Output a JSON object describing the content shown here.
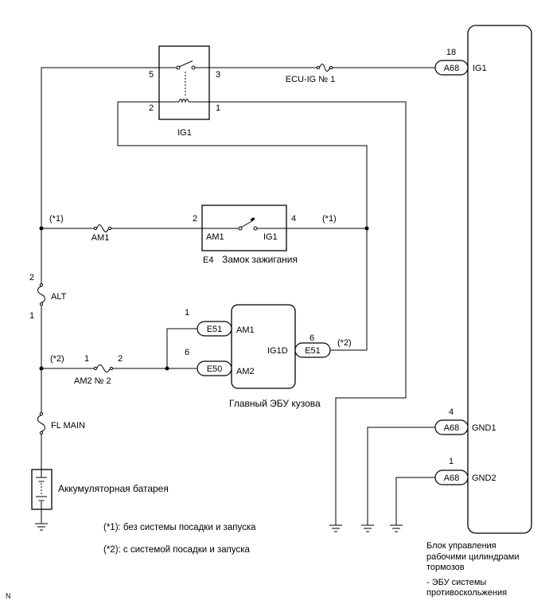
{
  "relay": {
    "label": "IG1",
    "pin_5": "5",
    "pin_3": "3",
    "pin_2": "2",
    "pin_1": "1"
  },
  "fuse_ecu_ig": {
    "label": "ECU-IG № 1"
  },
  "ignition_switch": {
    "code": "E4",
    "name": "Замок зажигания",
    "pin_left": "2",
    "pin_right": "4",
    "terminal_left": "AM1",
    "terminal_right": "IG1"
  },
  "fuse_am1": {
    "label": "AM1",
    "marker_left": "(*1)",
    "marker_right": "(*1)"
  },
  "fuse_alt": {
    "label": "ALT",
    "pin_top": "2",
    "pin_bottom": "1"
  },
  "fuse_am2": {
    "label": "AM2 № 2",
    "pin_left": "1",
    "pin_right": "2",
    "marker": "(*2)"
  },
  "fuse_fl_main": {
    "label": "FL MAIN"
  },
  "body_ecu": {
    "name": "Главный ЭБУ кузова",
    "connectors": [
      {
        "code": "E51",
        "pin": "1",
        "terminal": "AM1"
      },
      {
        "code": "E50",
        "pin": "6",
        "terminal": "AM2"
      },
      {
        "code": "E51",
        "pin": "6",
        "terminal": "IG1D",
        "marker": "(*2)"
      }
    ]
  },
  "battery": {
    "name": "Аккумуляторная батарея"
  },
  "brake_ecu": {
    "name_lines": [
      "Блок управления",
      "рабочими цилиндрами",
      "тормозов"
    ],
    "alt_name_lines": [
      "- ЭБУ системы",
      "противоскольжения"
    ],
    "connectors": [
      {
        "code": "A68",
        "pin": "18",
        "terminal": "IG1"
      },
      {
        "code": "A68",
        "pin": "4",
        "terminal": "GND1"
      },
      {
        "code": "A68",
        "pin": "1",
        "terminal": "GND2"
      }
    ]
  },
  "footnotes": [
    "(*1): без системы посадки и запуска",
    "(*2): с системой посадки и запуска"
  ],
  "corner_mark": "N",
  "colors": {
    "ink": "#000000",
    "paper": "#ffffff"
  }
}
